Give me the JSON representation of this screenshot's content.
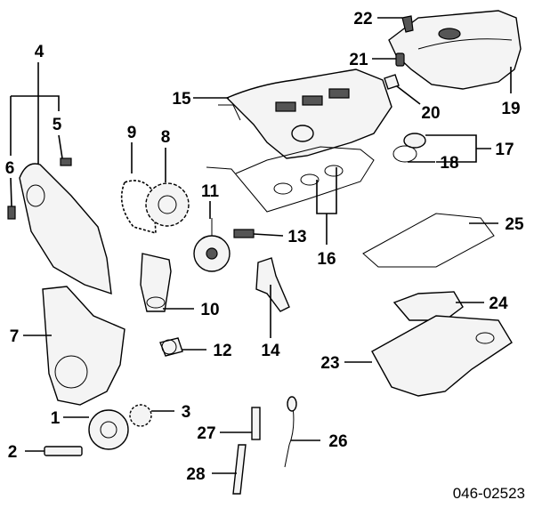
{
  "diagram": {
    "callouts": [
      {
        "key": "c1",
        "text": "1"
      },
      {
        "key": "c2",
        "text": "2"
      },
      {
        "key": "c3",
        "text": "3"
      },
      {
        "key": "c4",
        "text": "4"
      },
      {
        "key": "c5",
        "text": "5"
      },
      {
        "key": "c6",
        "text": "6"
      },
      {
        "key": "c7",
        "text": "7"
      },
      {
        "key": "c8",
        "text": "8"
      },
      {
        "key": "c9",
        "text": "9"
      },
      {
        "key": "c10",
        "text": "10"
      },
      {
        "key": "c11",
        "text": "11"
      },
      {
        "key": "c12",
        "text": "12"
      },
      {
        "key": "c13",
        "text": "13"
      },
      {
        "key": "c14",
        "text": "14"
      },
      {
        "key": "c15",
        "text": "15"
      },
      {
        "key": "c16",
        "text": "16"
      },
      {
        "key": "c17",
        "text": "17"
      },
      {
        "key": "c18",
        "text": "18"
      },
      {
        "key": "c19",
        "text": "19"
      },
      {
        "key": "c20",
        "text": "20"
      },
      {
        "key": "c21",
        "text": "21"
      },
      {
        "key": "c22",
        "text": "22"
      },
      {
        "key": "c23",
        "text": "23"
      },
      {
        "key": "c24",
        "text": "24"
      },
      {
        "key": "c25",
        "text": "25"
      },
      {
        "key": "c26",
        "text": "26"
      },
      {
        "key": "c27",
        "text": "27"
      },
      {
        "key": "c28",
        "text": "28"
      }
    ],
    "reference_code": "046-02523"
  }
}
